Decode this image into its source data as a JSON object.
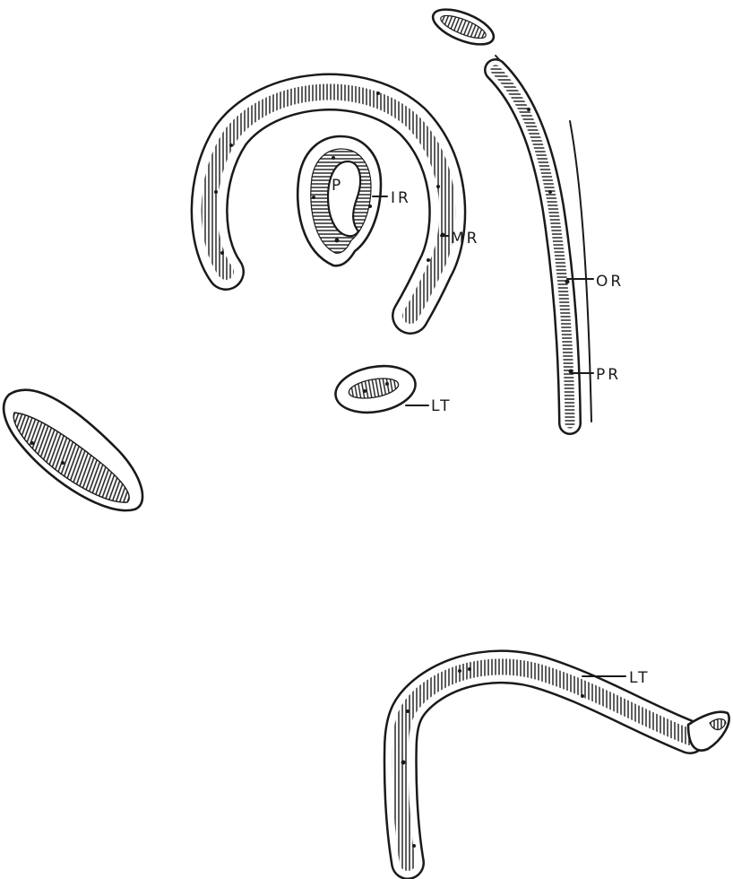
{
  "labels": {
    "p": "P",
    "ir": "IR",
    "mr": "MR",
    "or": "OR",
    "pr": "PR",
    "lt_upper": "LT",
    "lt_lower": "LT"
  },
  "colors": {
    "ink": "#1a1a1a",
    "paper": "#ffffff"
  }
}
